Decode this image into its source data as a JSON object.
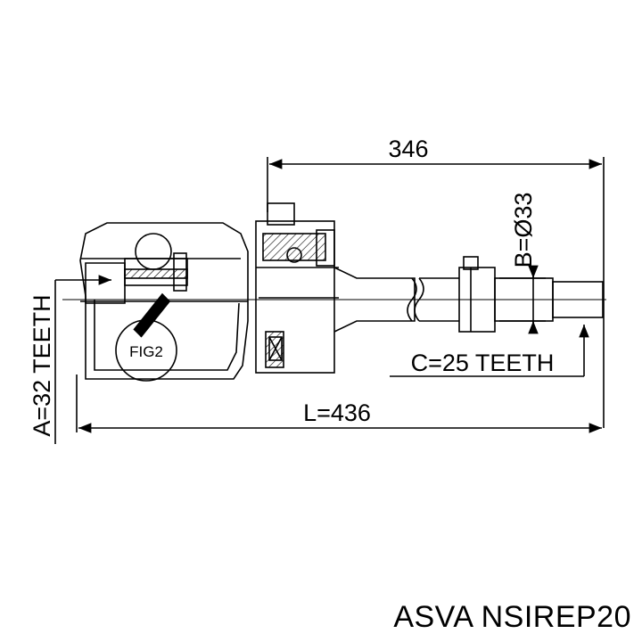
{
  "dimensions": {
    "overall_346": "346",
    "diameter_b": "B=Ø33",
    "teeth_c": "C=25 TEETH",
    "length_l": "L=436",
    "teeth_a": "A=32 TEETH",
    "fig_label": "FIG2"
  },
  "caption": "ASVA NSIREP20",
  "colors": {
    "line": "#000000",
    "background": "#ffffff",
    "hatch": "#000000"
  }
}
